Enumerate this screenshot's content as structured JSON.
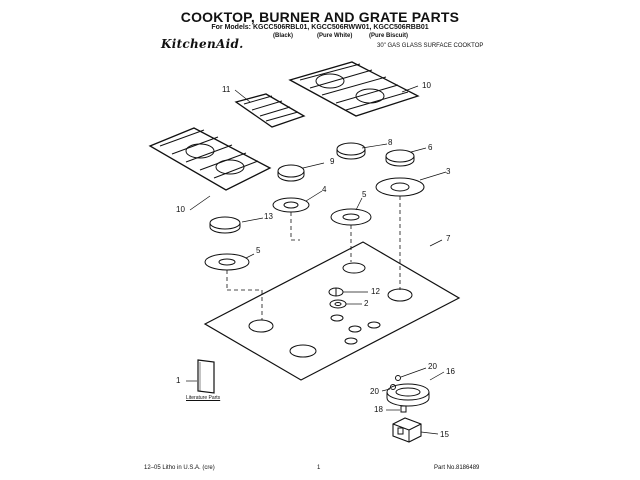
{
  "header": {
    "title": "COOKTOP, BURNER AND GRATE PARTS",
    "models": "For Models: KGCC506RBL01, KGCC506RWW01, KGCC506RBB01",
    "brand": "KitchenAid.",
    "variants": [
      "(Black)",
      "(Pure White)",
      "(Pure Biscuit)"
    ],
    "description": "30\" GAS GLASS SURFACE COOKTOP"
  },
  "callouts": [
    "11",
    "10",
    "9",
    "8",
    "6",
    "4",
    "3",
    "13",
    "5",
    "7",
    "10",
    "5",
    "12",
    "2",
    "1",
    "20",
    "16",
    "20",
    "18",
    "15"
  ],
  "literature_label": "Literature Parts",
  "footer": {
    "left": "12–05 Litho in U.S.A. (cre)",
    "center": "1",
    "right": "Part No.8186489"
  }
}
